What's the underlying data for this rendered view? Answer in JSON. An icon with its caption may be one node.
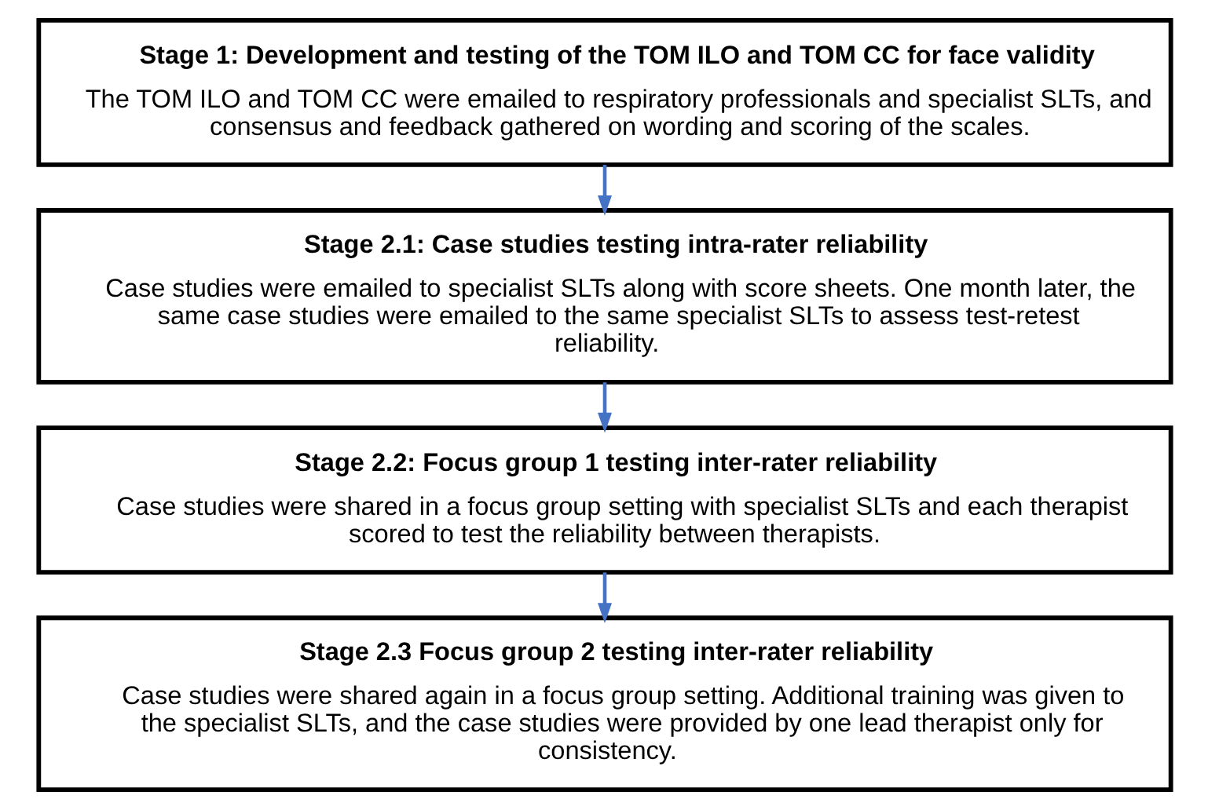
{
  "diagram": {
    "nodes": [
      {
        "text": [
          "Stage 1: Development and testing of the TOM ILO and TOM CC for face validity",
          "The TOM ILO and TOM CC were emailed to respiratory professionals and specialist SLTs, and consensus and feedback gathered on wording and scoring of the scales."
        ]
      },
      {
        "text": [
          "Stage 2.1: Case studies testing intra-rater reliability",
          "Case studies were emailed to specialist SLTs along with score sheets. One month later, the same case studies were emailed to the same specialist SLTs to assess test-retest reliability."
        ]
      },
      {
        "text": [
          "Stage 2.2: Focus group 1 testing inter-rater reliability",
          "Case studies were shared in a focus group setting with specialist SLTs and each therapist scored to test the reliability between therapists."
        ]
      },
      {
        "text": [
          "Stage 2.3 Focus group 2 testing inter-rater reliability",
          "Case studies were shared again in a focus group setting. Additional training was given to the specialist SLTs, and the case studies were provided by one lead therapist only for consistency."
        ]
      }
    ],
    "edges": [
      {
        "from": 0,
        "to": 1,
        "arrow": "to"
      },
      {
        "from": 1,
        "to": 2,
        "arrow": "to"
      },
      {
        "from": 2,
        "to": 3,
        "arrow": "to"
      }
    ]
  }
}
